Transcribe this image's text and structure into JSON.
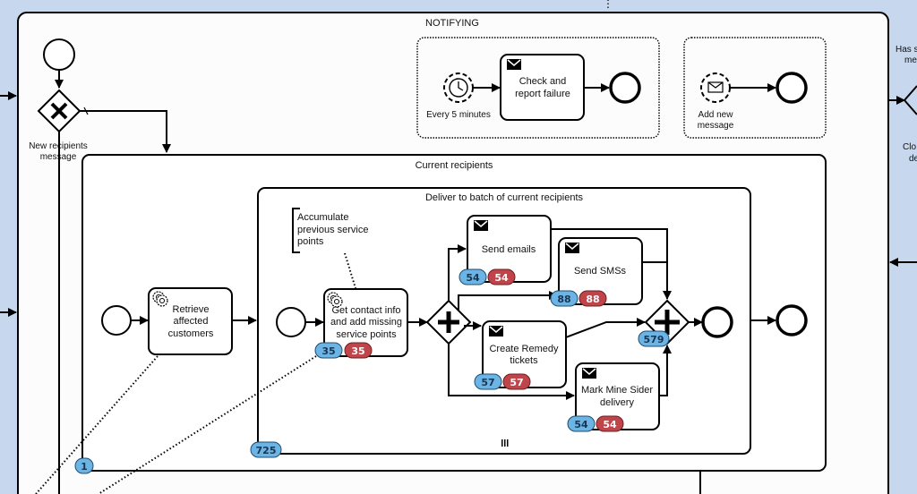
{
  "process": {
    "title": "NOTIFYING",
    "gateway_label_line1": "New recipients",
    "gateway_label_line2": "message",
    "token_count": "1"
  },
  "event_subprocess_timer": {
    "timer_label": "Every 5 minutes",
    "task_line1": "Check and",
    "task_line2": "report failure"
  },
  "event_subprocess_message": {
    "message_label_line1": "Add new",
    "message_label_line2": "message"
  },
  "current_recipients": {
    "title": "Current recipients",
    "task_retrieve": {
      "line1": "Retrieve",
      "line2": "affected",
      "line3": "customers"
    }
  },
  "deliver_batch": {
    "title": "Deliver to batch of current recipients",
    "token_count": "725",
    "annotation": {
      "line1": "Accumulate",
      "line2": "previous service",
      "line3": "points"
    },
    "task_contact": {
      "line1": "Get contact info",
      "line2": "and add missing",
      "line3": "service points",
      "active": "35",
      "completed": "35"
    },
    "task_emails": {
      "label": "Send emails",
      "active": "54",
      "completed": "54"
    },
    "task_sms": {
      "label": "Send SMSs",
      "active": "88",
      "completed": "88"
    },
    "task_remedy": {
      "line1": "Create Remedy",
      "line2": "tickets",
      "active": "57",
      "completed": "57"
    },
    "task_minesider": {
      "line1": "Mark Mine Sider",
      "line2": "delivery",
      "active": "54",
      "completed": "54"
    },
    "join_gateway_count": "579"
  },
  "right_lane": {
    "label_top_1": "Has s",
    "label_top_2": "me",
    "label_bottom_1": "Clo",
    "label_bottom_2": "de"
  },
  "colors": {
    "lane_bg": "#c6d7ee",
    "badge_active": "#6cb4e4",
    "badge_completed": "#c0454a"
  }
}
